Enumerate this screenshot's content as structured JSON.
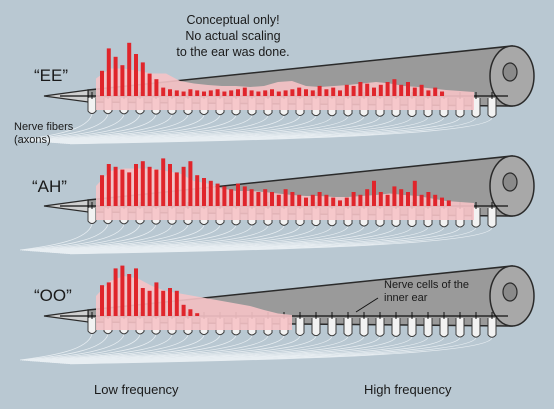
{
  "note": "Conceptual only!\nNo actual scaling\nto the ear was done.",
  "nerve_fibers_label": "Nerve fibers\n(axons)",
  "nerve_cells_label": "Nerve cells of the\ninner ear",
  "low_frequency": "Low frequency",
  "high_frequency": "High frequency",
  "colors": {
    "background": "#b9c8d2",
    "cochlea_fill": "#9a9a9a",
    "bar_color": "#e0252b",
    "envelope_color": "#f6c3c6",
    "hair_cell_stroke": "#3a3a3a"
  },
  "panels": [
    {
      "sound": "“EE”",
      "envelope": [
        0.35,
        0.55,
        0.55,
        0.5,
        0.45,
        0.45,
        0.3,
        0.25,
        0.22,
        0.2,
        0.2,
        0.18,
        0.2,
        0.28,
        0.3,
        0.2,
        0.18,
        0.2,
        0.22,
        0.25,
        0.28,
        0.25,
        0.2,
        0.18,
        0.15,
        0.12,
        0.1,
        0.08
      ],
      "bars": [
        0.45,
        0.85,
        0.7,
        0.55,
        0.95,
        0.75,
        0.6,
        0.4,
        0.3,
        0.15,
        0.12,
        0.1,
        0.08,
        0.12,
        0.1,
        0.08,
        0.1,
        0.12,
        0.08,
        0.1,
        0.12,
        0.15,
        0.1,
        0.08,
        0.1,
        0.12,
        0.08,
        0.1,
        0.12,
        0.15,
        0.12,
        0.1,
        0.18,
        0.12,
        0.15,
        0.1,
        0.2,
        0.18,
        0.25,
        0.22,
        0.15,
        0.2,
        0.25,
        0.3,
        0.2,
        0.25,
        0.15,
        0.2,
        0.1,
        0.15,
        0.08
      ]
    },
    {
      "sound": "“AH”",
      "envelope": [
        0.4,
        0.7,
        0.75,
        0.75,
        0.75,
        0.7,
        0.65,
        0.5,
        0.45,
        0.35,
        0.3,
        0.3,
        0.28,
        0.25,
        0.22,
        0.2,
        0.2,
        0.18,
        0.18,
        0.2,
        0.22,
        0.25,
        0.22,
        0.2,
        0.15,
        0.1,
        0.08,
        0.06
      ],
      "bars": [
        0.55,
        0.75,
        0.7,
        0.65,
        0.6,
        0.75,
        0.8,
        0.7,
        0.65,
        0.85,
        0.75,
        0.6,
        0.7,
        0.8,
        0.55,
        0.5,
        0.45,
        0.4,
        0.35,
        0.3,
        0.4,
        0.35,
        0.3,
        0.25,
        0.3,
        0.25,
        0.2,
        0.3,
        0.25,
        0.2,
        0.15,
        0.2,
        0.25,
        0.2,
        0.15,
        0.1,
        0.15,
        0.25,
        0.2,
        0.3,
        0.45,
        0.25,
        0.2,
        0.35,
        0.3,
        0.25,
        0.45,
        0.2,
        0.25,
        0.2,
        0.15,
        0.1
      ]
    },
    {
      "sound": "“OO”",
      "envelope": [
        0.4,
        0.7,
        0.8,
        0.75,
        0.6,
        0.5,
        0.45,
        0.4,
        0.35,
        0.3,
        0.25,
        0.2,
        0.12,
        0.05,
        0.02
      ],
      "bars": [
        0.55,
        0.6,
        0.85,
        0.9,
        0.75,
        0.85,
        0.5,
        0.45,
        0.6,
        0.45,
        0.5,
        0.45,
        0.2,
        0.12,
        0.05
      ]
    }
  ]
}
